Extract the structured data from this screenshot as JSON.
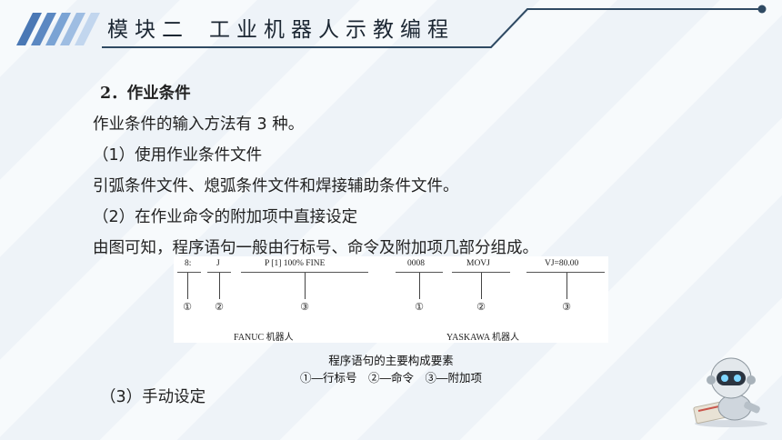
{
  "header": {
    "module": "模块二",
    "course": "工业机器人示教编程"
  },
  "content": {
    "heading": "2．作业条件",
    "lines": [
      "作业条件的输入方法有 3 种。",
      "（1）使用作业条件文件",
      "引弧条件文件、熄弧条件文件和焊接辅助条件文件。",
      "（2）在作业命令的附加项中直接设定",
      "由图可知，程序语句一般由行标号、命令及附加项几部分组成。"
    ],
    "manual": "（3）手动设定"
  },
  "figure": {
    "fanuc": {
      "line_no": "8:",
      "command": "J",
      "addition": "P [1] 100% FINE",
      "brand": "FANUC 机器人"
    },
    "yaskawa": {
      "line_no": "0008",
      "command": "MOVJ",
      "addition": "VJ=80.00",
      "brand": "YASKAWA 机器人"
    },
    "markers": [
      "①",
      "②",
      "③"
    ]
  },
  "caption": {
    "title": "程序语句的主要构成要素",
    "legend": "①—行标号　②—命令　③—附加项"
  },
  "colors": {
    "accent": "#2f4a63",
    "stripe_blue": "#4a78b5",
    "background": "#eef3f8"
  }
}
